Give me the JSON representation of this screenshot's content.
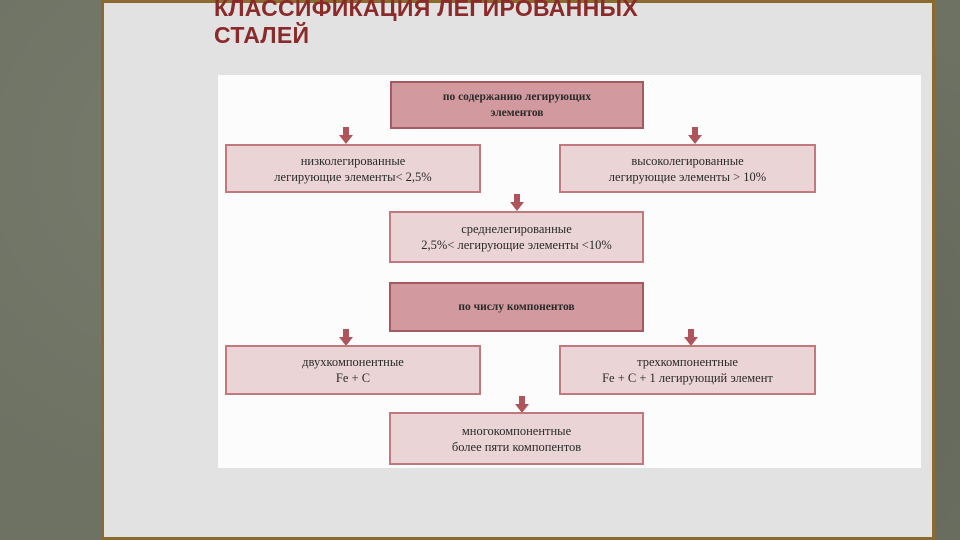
{
  "slide": {
    "title_line1": "КЛАССИФИКАЦИЯ  ЛЕГИРОВАННЫХ",
    "title_line2": "СТАЛЕЙ"
  },
  "diagram": {
    "accent_color": "#c07a7e",
    "header_fill": "#d29a9e",
    "box_fill": "#ebd4d6",
    "arrow_color": "#b0545c",
    "by_content": {
      "header_line1": "по содержанию легирующих",
      "header_line2": "элементов",
      "low": {
        "line1": "низколегированные",
        "line2": "легирующие элементы< 2,5%"
      },
      "high": {
        "line1": "высоколегированные",
        "line2": "легирующие элементы > 10%"
      },
      "medium": {
        "line1": "среднелегированные",
        "line2": "2,5%< легирующие элементы <10%"
      }
    },
    "by_components": {
      "header": "по числу компонентов",
      "two": {
        "line1": "двухкомпонентные",
        "line2": "Fe + C"
      },
      "three": {
        "line1": "трехкомпонентные",
        "line2": "Fe + C + 1 легирующий элемент"
      },
      "multi": {
        "line1": "многокомпонентные",
        "line2": "более пяти компопентов"
      }
    }
  }
}
